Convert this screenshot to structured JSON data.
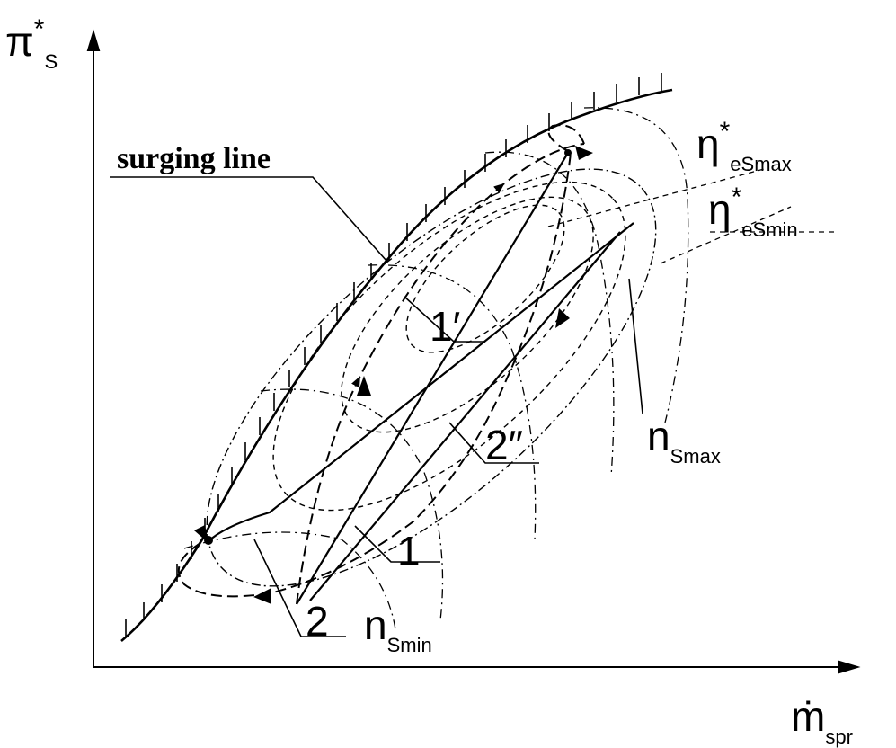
{
  "labels": {
    "y_axis": {
      "main": "π",
      "sup": "*",
      "sub": "S"
    },
    "x_axis": {
      "main": "ṁ",
      "sub": "spr"
    },
    "surging_line": "surging line",
    "eta_max": {
      "main": "η",
      "sup": "*",
      "sub": "eSmax"
    },
    "eta_min": {
      "main": "η",
      "sup": "*",
      "sub": "eSmin"
    },
    "n_max": {
      "main": "n",
      "sub": "Smax"
    },
    "n_min": {
      "main": "n",
      "sub": "Smin"
    },
    "point_1": "1",
    "point_1p": "1′",
    "point_2": "2",
    "point_2pp": "2″"
  },
  "colors": {
    "ink": "#000000",
    "background": "#ffffff"
  }
}
